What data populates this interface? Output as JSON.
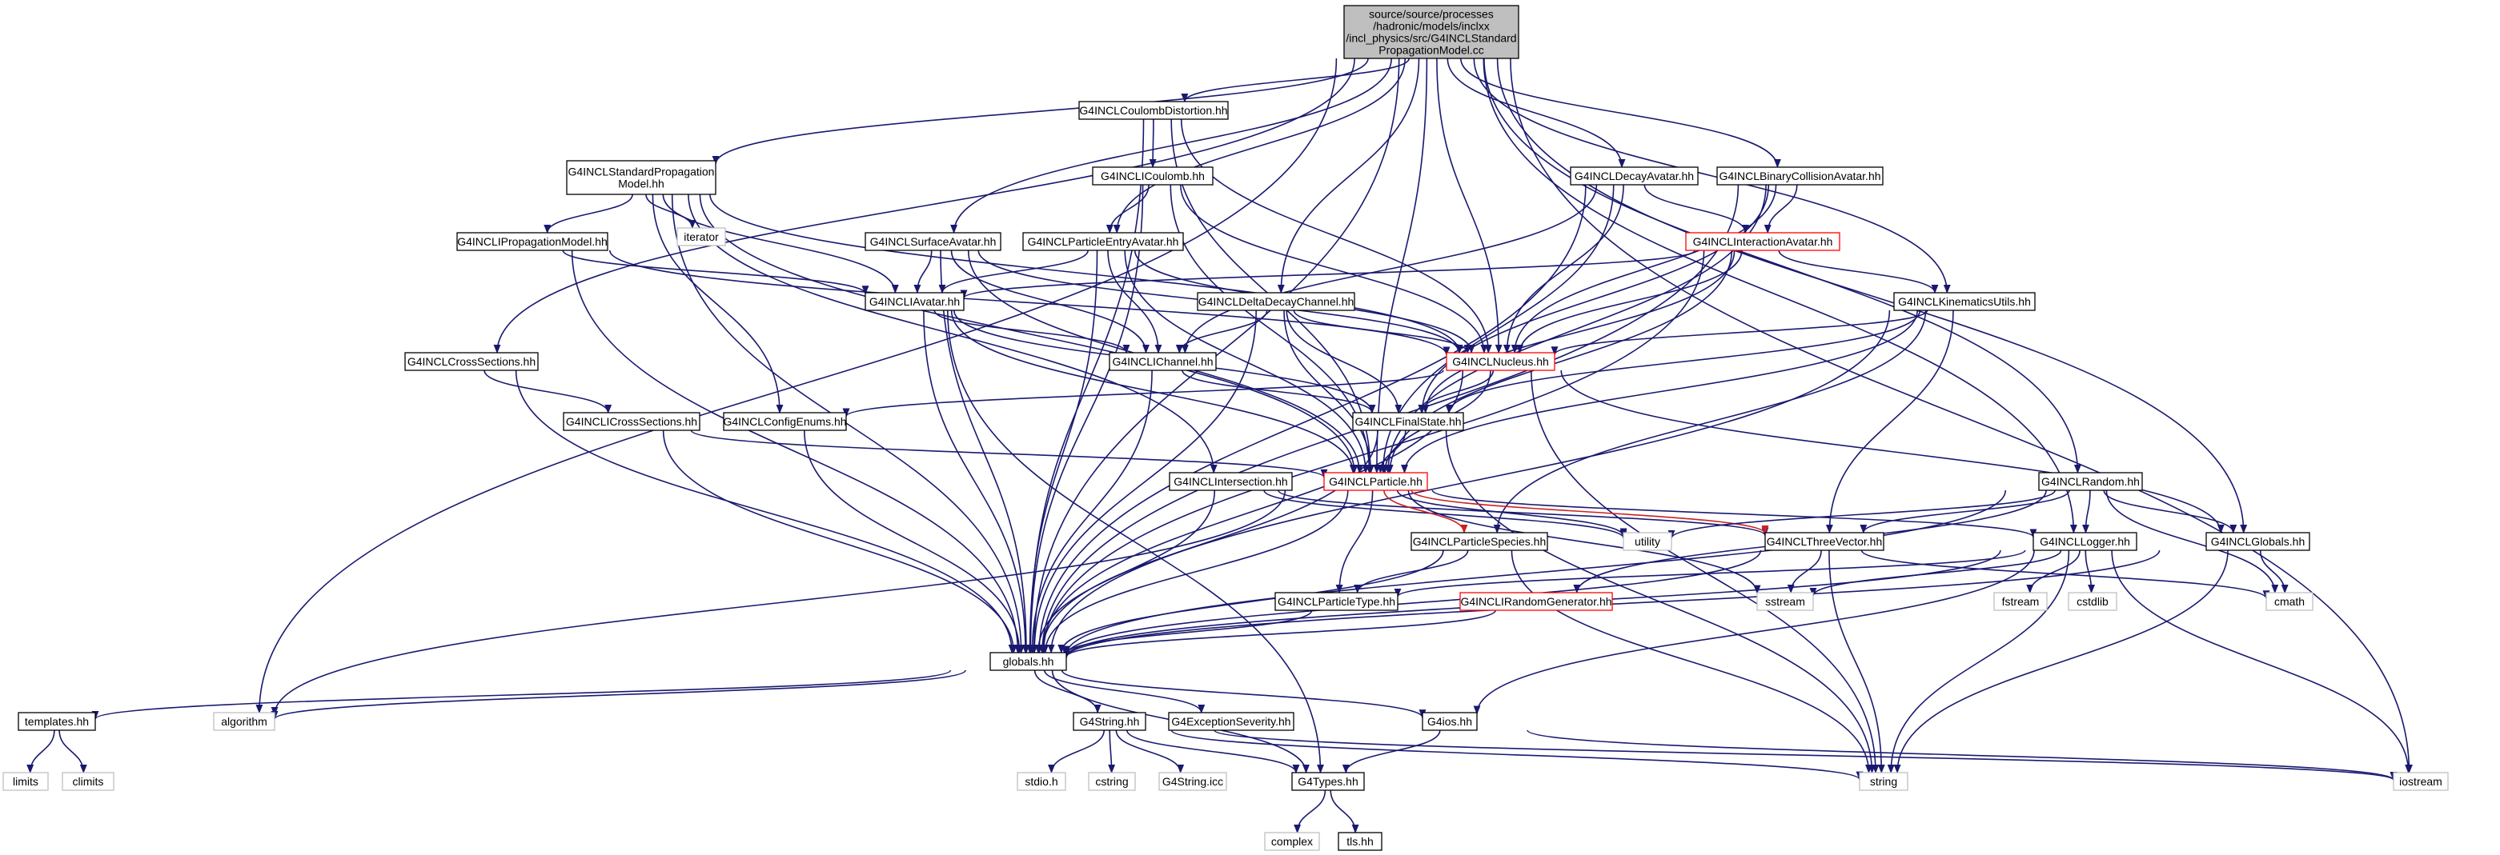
{
  "graph": {
    "colors": {
      "edge": "#191970",
      "edge_highlight": "#cc2020",
      "box_border": "#000000",
      "box_incomplete": "#ff0000",
      "box_system": "#bfbfbf",
      "root_fill": "#bfbfbf"
    },
    "nodes": [
      {
        "id": "root",
        "label": [
          "source/source/processes",
          "/hadronic/models/inclxx",
          "/incl_physics/src/G4INCLStandard",
          "PropagationModel.cc"
        ],
        "style": "root"
      },
      {
        "id": "coulombdist",
        "label": [
          "G4INCLCoulombDistortion.hh"
        ],
        "style": "normal"
      },
      {
        "id": "stdprop",
        "label": [
          "G4INCLStandardPropagation",
          "Model.hh"
        ],
        "style": "normal"
      },
      {
        "id": "coulomb",
        "label": [
          "G4INCLICoulomb.hh"
        ],
        "style": "normal"
      },
      {
        "id": "decayav",
        "label": [
          "G4INCLDecayAvatar.hh"
        ],
        "style": "normal"
      },
      {
        "id": "bincoll",
        "label": [
          "G4INCLBinaryCollisionAvatar.hh"
        ],
        "style": "normal"
      },
      {
        "id": "iterator",
        "label": [
          "iterator"
        ],
        "style": "system"
      },
      {
        "id": "ipropmodel",
        "label": [
          "G4INCLIPropagationModel.hh"
        ],
        "style": "normal"
      },
      {
        "id": "surfaceav",
        "label": [
          "G4INCLSurfaceAvatar.hh"
        ],
        "style": "normal"
      },
      {
        "id": "partentry",
        "label": [
          "G4INCLParticleEntryAvatar.hh"
        ],
        "style": "normal"
      },
      {
        "id": "interav",
        "label": [
          "G4INCLInteractionAvatar.hh"
        ],
        "style": "incomplete"
      },
      {
        "id": "iavatar",
        "label": [
          "G4INCLIAvatar.hh"
        ],
        "style": "normal"
      },
      {
        "id": "deltadecay",
        "label": [
          "G4INCLDeltaDecayChannel.hh"
        ],
        "style": "normal"
      },
      {
        "id": "kinutils",
        "label": [
          "G4INCLKinematicsUtils.hh"
        ],
        "style": "normal"
      },
      {
        "id": "crosssec",
        "label": [
          "G4INCLCrossSections.hh"
        ],
        "style": "normal"
      },
      {
        "id": "ichannel",
        "label": [
          "G4INCLIChannel.hh"
        ],
        "style": "normal"
      },
      {
        "id": "nucleus",
        "label": [
          "G4INCLNucleus.hh"
        ],
        "style": "incomplete"
      },
      {
        "id": "icrosssec",
        "label": [
          "G4INCLICrossSections.hh"
        ],
        "style": "normal"
      },
      {
        "id": "configenums",
        "label": [
          "G4INCLConfigEnums.hh"
        ],
        "style": "normal"
      },
      {
        "id": "finalstate",
        "label": [
          "G4INCLFinalState.hh"
        ],
        "style": "normal"
      },
      {
        "id": "intersection",
        "label": [
          "G4INCLIntersection.hh"
        ],
        "style": "normal"
      },
      {
        "id": "particle",
        "label": [
          "G4INCLParticle.hh"
        ],
        "style": "incomplete"
      },
      {
        "id": "random",
        "label": [
          "G4INCLRandom.hh"
        ],
        "style": "normal"
      },
      {
        "id": "partspecies",
        "label": [
          "G4INCLParticleSpecies.hh"
        ],
        "style": "normal"
      },
      {
        "id": "utility",
        "label": [
          "utility"
        ],
        "style": "system"
      },
      {
        "id": "threevec",
        "label": [
          "G4INCLThreeVector.hh"
        ],
        "style": "normal"
      },
      {
        "id": "logger",
        "label": [
          "G4INCLLogger.hh"
        ],
        "style": "normal"
      },
      {
        "id": "globalsincl",
        "label": [
          "G4INCLGlobals.hh"
        ],
        "style": "normal"
      },
      {
        "id": "parttype",
        "label": [
          "G4INCLParticleType.hh"
        ],
        "style": "normal"
      },
      {
        "id": "irandgen",
        "label": [
          "G4INCLIRandomGenerator.hh"
        ],
        "style": "incomplete"
      },
      {
        "id": "sstream",
        "label": [
          "sstream"
        ],
        "style": "system"
      },
      {
        "id": "fstream",
        "label": [
          "fstream"
        ],
        "style": "system"
      },
      {
        "id": "cstdlib",
        "label": [
          "cstdlib"
        ],
        "style": "system"
      },
      {
        "id": "cmath",
        "label": [
          "cmath"
        ],
        "style": "system"
      },
      {
        "id": "globals",
        "label": [
          "globals.hh"
        ],
        "style": "normal"
      },
      {
        "id": "templates",
        "label": [
          "templates.hh"
        ],
        "style": "normal"
      },
      {
        "id": "algorithm",
        "label": [
          "algorithm"
        ],
        "style": "system"
      },
      {
        "id": "g4string",
        "label": [
          "G4String.hh"
        ],
        "style": "normal"
      },
      {
        "id": "g4excsev",
        "label": [
          "G4ExceptionSeverity.hh"
        ],
        "style": "normal"
      },
      {
        "id": "g4ios",
        "label": [
          "G4ios.hh"
        ],
        "style": "normal"
      },
      {
        "id": "limits",
        "label": [
          "limits"
        ],
        "style": "system"
      },
      {
        "id": "climits",
        "label": [
          "climits"
        ],
        "style": "system"
      },
      {
        "id": "stdio",
        "label": [
          "stdio.h"
        ],
        "style": "system"
      },
      {
        "id": "cstring",
        "label": [
          "cstring"
        ],
        "style": "system"
      },
      {
        "id": "g4stringicc",
        "label": [
          "G4String.icc"
        ],
        "style": "system"
      },
      {
        "id": "g4types",
        "label": [
          "G4Types.hh"
        ],
        "style": "normal"
      },
      {
        "id": "string",
        "label": [
          "string"
        ],
        "style": "system"
      },
      {
        "id": "iostream",
        "label": [
          "iostream"
        ],
        "style": "system"
      },
      {
        "id": "complex",
        "label": [
          "complex"
        ],
        "style": "system"
      },
      {
        "id": "tls",
        "label": [
          "tls.hh"
        ],
        "style": "normal"
      }
    ],
    "edges": [
      [
        "root",
        "coulombdist"
      ],
      [
        "root",
        "stdprop"
      ],
      [
        "root",
        "decayav"
      ],
      [
        "root",
        "bincoll"
      ],
      [
        "root",
        "surfaceav"
      ],
      [
        "root",
        "partentry"
      ],
      [
        "root",
        "deltadecay"
      ],
      [
        "root",
        "kinutils"
      ],
      [
        "root",
        "crosssec"
      ],
      [
        "root",
        "nucleus"
      ],
      [
        "root",
        "random"
      ],
      [
        "root",
        "logger"
      ],
      [
        "root",
        "globalsincl"
      ],
      [
        "root",
        "globals"
      ],
      [
        "root",
        "algorithm"
      ],
      [
        "root",
        "iostream"
      ],
      [
        "root",
        "particle"
      ],
      [
        "coulombdist",
        "coulomb"
      ],
      [
        "coulombdist",
        "nucleus"
      ],
      [
        "coulombdist",
        "particle"
      ],
      [
        "coulombdist",
        "globals"
      ],
      [
        "stdprop",
        "ipropmodel"
      ],
      [
        "stdprop",
        "iavatar"
      ],
      [
        "stdprop",
        "nucleus"
      ],
      [
        "stdprop",
        "iterator"
      ],
      [
        "stdprop",
        "configenums"
      ],
      [
        "stdprop",
        "globals"
      ],
      [
        "stdprop",
        "intersection"
      ],
      [
        "stdprop",
        "particle"
      ],
      [
        "coulomb",
        "partentry"
      ],
      [
        "coulomb",
        "nucleus"
      ],
      [
        "coulomb",
        "particle"
      ],
      [
        "coulomb",
        "globals"
      ],
      [
        "decayav",
        "interav"
      ],
      [
        "decayav",
        "nucleus"
      ],
      [
        "decayav",
        "ichannel"
      ],
      [
        "decayav",
        "particle"
      ],
      [
        "decayav",
        "globals"
      ],
      [
        "bincoll",
        "interav"
      ],
      [
        "bincoll",
        "nucleus"
      ],
      [
        "bincoll",
        "particle"
      ],
      [
        "bincoll",
        "finalstate"
      ],
      [
        "bincoll",
        "globals"
      ],
      [
        "ipropmodel",
        "iavatar"
      ],
      [
        "ipropmodel",
        "nucleus"
      ],
      [
        "ipropmodel",
        "globals"
      ],
      [
        "surfaceav",
        "iavatar"
      ],
      [
        "surfaceav",
        "ichannel"
      ],
      [
        "surfaceav",
        "particle"
      ],
      [
        "surfaceav",
        "nucleus"
      ],
      [
        "surfaceav",
        "globals"
      ],
      [
        "partentry",
        "iavatar"
      ],
      [
        "partentry",
        "nucleus"
      ],
      [
        "partentry",
        "ichannel"
      ],
      [
        "partentry",
        "particle"
      ],
      [
        "partentry",
        "globals"
      ],
      [
        "interav",
        "iavatar"
      ],
      [
        "interav",
        "nucleus"
      ],
      [
        "interav",
        "kinutils"
      ],
      [
        "interav",
        "finalstate"
      ],
      [
        "interav",
        "particle"
      ],
      [
        "interav",
        "globals"
      ],
      [
        "iavatar",
        "ichannel"
      ],
      [
        "iavatar",
        "finalstate"
      ],
      [
        "iavatar",
        "particle"
      ],
      [
        "iavatar",
        "globals"
      ],
      [
        "iavatar",
        "g4types"
      ],
      [
        "deltadecay",
        "ichannel"
      ],
      [
        "deltadecay",
        "nucleus"
      ],
      [
        "deltadecay",
        "finalstate"
      ],
      [
        "deltadecay",
        "particle"
      ],
      [
        "deltadecay",
        "globals"
      ],
      [
        "kinutils",
        "nucleus"
      ],
      [
        "kinutils",
        "particle"
      ],
      [
        "kinutils",
        "threevec"
      ],
      [
        "kinutils",
        "partspecies"
      ],
      [
        "kinutils",
        "finalstate"
      ],
      [
        "kinutils",
        "globals"
      ],
      [
        "crosssec",
        "icrosssec"
      ],
      [
        "crosssec",
        "globals"
      ],
      [
        "ichannel",
        "finalstate"
      ],
      [
        "ichannel",
        "globals"
      ],
      [
        "nucleus",
        "finalstate"
      ],
      [
        "nucleus",
        "particle"
      ],
      [
        "nucleus",
        "configenums"
      ],
      [
        "nucleus",
        "globalsincl"
      ],
      [
        "nucleus",
        "string"
      ],
      [
        "nucleus",
        "globals"
      ],
      [
        "icrosssec",
        "particle"
      ],
      [
        "icrosssec",
        "globals"
      ],
      [
        "configenums",
        "globals"
      ],
      [
        "finalstate",
        "particle"
      ],
      [
        "finalstate",
        "string"
      ],
      [
        "finalstate",
        "globals"
      ],
      [
        "intersection",
        "threevec"
      ],
      [
        "intersection",
        "utility"
      ],
      [
        "intersection",
        "globals"
      ],
      [
        "particle",
        "parttype"
      ],
      [
        "particle",
        "partspecies"
      ],
      [
        "particle",
        "threevec"
      ],
      [
        "particle",
        "logger"
      ],
      [
        "particle",
        "sstream"
      ],
      [
        "particle",
        "utility"
      ],
      [
        "particle",
        "algorithm"
      ],
      [
        "particle",
        "globals"
      ],
      [
        "random",
        "threevec"
      ],
      [
        "random",
        "irandgen"
      ],
      [
        "random",
        "logger"
      ],
      [
        "random",
        "globalsincl"
      ],
      [
        "random",
        "utility"
      ],
      [
        "random",
        "cmath"
      ],
      [
        "random",
        "globals"
      ],
      [
        "partspecies",
        "parttype"
      ],
      [
        "partspecies",
        "string"
      ],
      [
        "partspecies",
        "globals"
      ],
      [
        "threevec",
        "sstream"
      ],
      [
        "threevec",
        "string"
      ],
      [
        "threevec",
        "cmath"
      ],
      [
        "threevec",
        "globals"
      ],
      [
        "logger",
        "parttype"
      ],
      [
        "logger",
        "sstream"
      ],
      [
        "logger",
        "fstream"
      ],
      [
        "logger",
        "cstdlib"
      ],
      [
        "logger",
        "string"
      ],
      [
        "logger",
        "iostream"
      ],
      [
        "logger",
        "g4ios"
      ],
      [
        "logger",
        "globals"
      ],
      [
        "globalsincl",
        "cmath"
      ],
      [
        "globalsincl",
        "string"
      ],
      [
        "globalsincl",
        "globals"
      ],
      [
        "parttype",
        "globals"
      ],
      [
        "irandgen",
        "globals"
      ],
      [
        "globals",
        "templates"
      ],
      [
        "globals",
        "algorithm"
      ],
      [
        "globals",
        "g4string"
      ],
      [
        "globals",
        "g4excsev"
      ],
      [
        "globals",
        "g4ios"
      ],
      [
        "globals",
        "g4types"
      ],
      [
        "templates",
        "limits"
      ],
      [
        "templates",
        "climits"
      ],
      [
        "g4string",
        "stdio"
      ],
      [
        "g4string",
        "cstring"
      ],
      [
        "g4string",
        "g4stringicc"
      ],
      [
        "g4string",
        "g4types"
      ],
      [
        "g4string",
        "string"
      ],
      [
        "g4string",
        "iostream"
      ],
      [
        "g4ios",
        "g4types"
      ],
      [
        "g4ios",
        "iostream"
      ],
      [
        "g4types",
        "complex"
      ],
      [
        "g4types",
        "tls"
      ]
    ],
    "highlight_edges": [
      [
        "particle",
        "threevec"
      ],
      [
        "particle",
        "partspecies"
      ]
    ]
  }
}
